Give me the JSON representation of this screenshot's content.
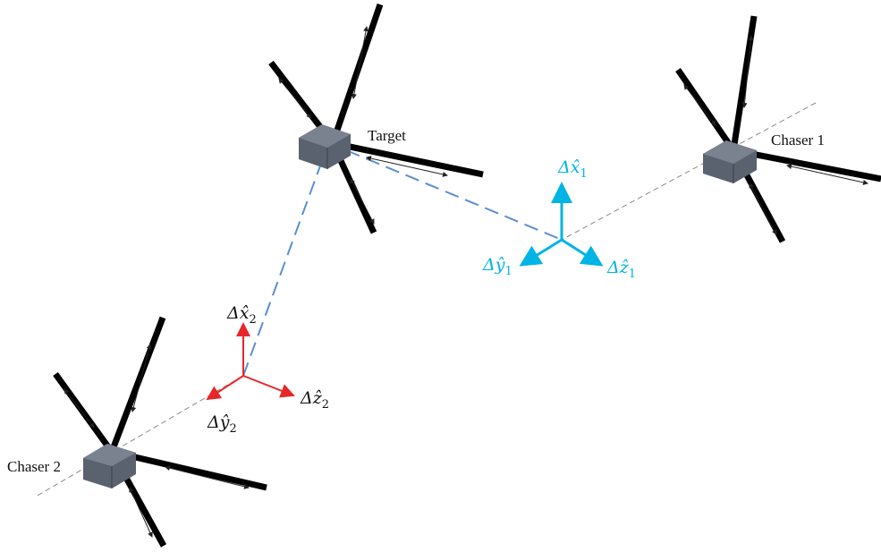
{
  "labels": {
    "target": "Target",
    "chaser1": "Chaser 1",
    "chaser2": "Chaser 2"
  },
  "frame1": {
    "x": "Δx̂",
    "x_sub": "1",
    "y": "Δŷ",
    "y_sub": "1",
    "z": "Δẑ",
    "z_sub": "1",
    "color": "#00b4e6"
  },
  "frame2": {
    "x": "Δx̂",
    "x_sub": "2",
    "y": "Δŷ",
    "y_sub": "2",
    "z": "Δẑ",
    "z_sub": "2",
    "color": "#e8262a"
  },
  "colors": {
    "body": "#5a6270",
    "link_line": "#5b8fcf",
    "orbit_line": "#888888"
  }
}
